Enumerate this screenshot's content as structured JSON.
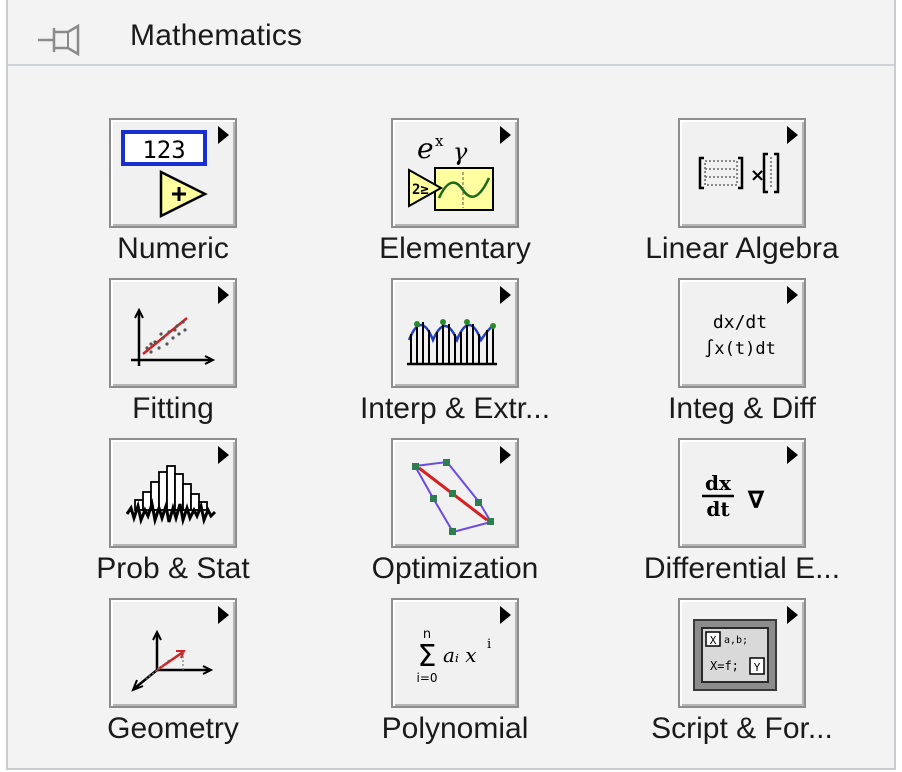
{
  "palette": {
    "title": "Mathematics",
    "items": [
      {
        "id": "numeric",
        "label": "Numeric",
        "icon": "numeric-icon"
      },
      {
        "id": "elementary",
        "label": "Elementary",
        "icon": "elementary-icon"
      },
      {
        "id": "linear-algebra",
        "label": "Linear Algebra",
        "icon": "linear-algebra-icon"
      },
      {
        "id": "fitting",
        "label": "Fitting",
        "icon": "fitting-icon"
      },
      {
        "id": "interp-extr",
        "label": "Interp & Extr...",
        "icon": "interpolation-icon"
      },
      {
        "id": "integ-diff",
        "label": "Integ & Diff",
        "icon": "integ-diff-icon"
      },
      {
        "id": "prob-stat",
        "label": "Prob & Stat",
        "icon": "histogram-icon"
      },
      {
        "id": "optimization",
        "label": "Optimization",
        "icon": "optimization-icon"
      },
      {
        "id": "differential-eq",
        "label": "Differential E...",
        "icon": "differential-eq-icon"
      },
      {
        "id": "geometry",
        "label": "Geometry",
        "icon": "geometry-icon"
      },
      {
        "id": "polynomial",
        "label": "Polynomial",
        "icon": "polynomial-icon"
      },
      {
        "id": "script-formula",
        "label": "Script & For...",
        "icon": "script-formula-icon"
      }
    ],
    "glyph_text": {
      "numeric_digits": "123",
      "elementary_exp": "e",
      "elementary_x": "x",
      "elementary_gamma": "γ",
      "integ_line1": "dx/dt",
      "integ_line2": "∫x(t)dt",
      "diffeq_num": "dx",
      "diffeq_den": "dt",
      "diffeq_nabla": "∇",
      "poly_sum": "Σ",
      "poly_top": "n",
      "poly_bottom": "i=0",
      "poly_term": "aᵢ x",
      "poly_exp": "i",
      "script_top": "X",
      "script_sub": "a,b;",
      "script_mid": "X=f;",
      "script_y": "Y",
      "linalg_times": "×"
    }
  }
}
